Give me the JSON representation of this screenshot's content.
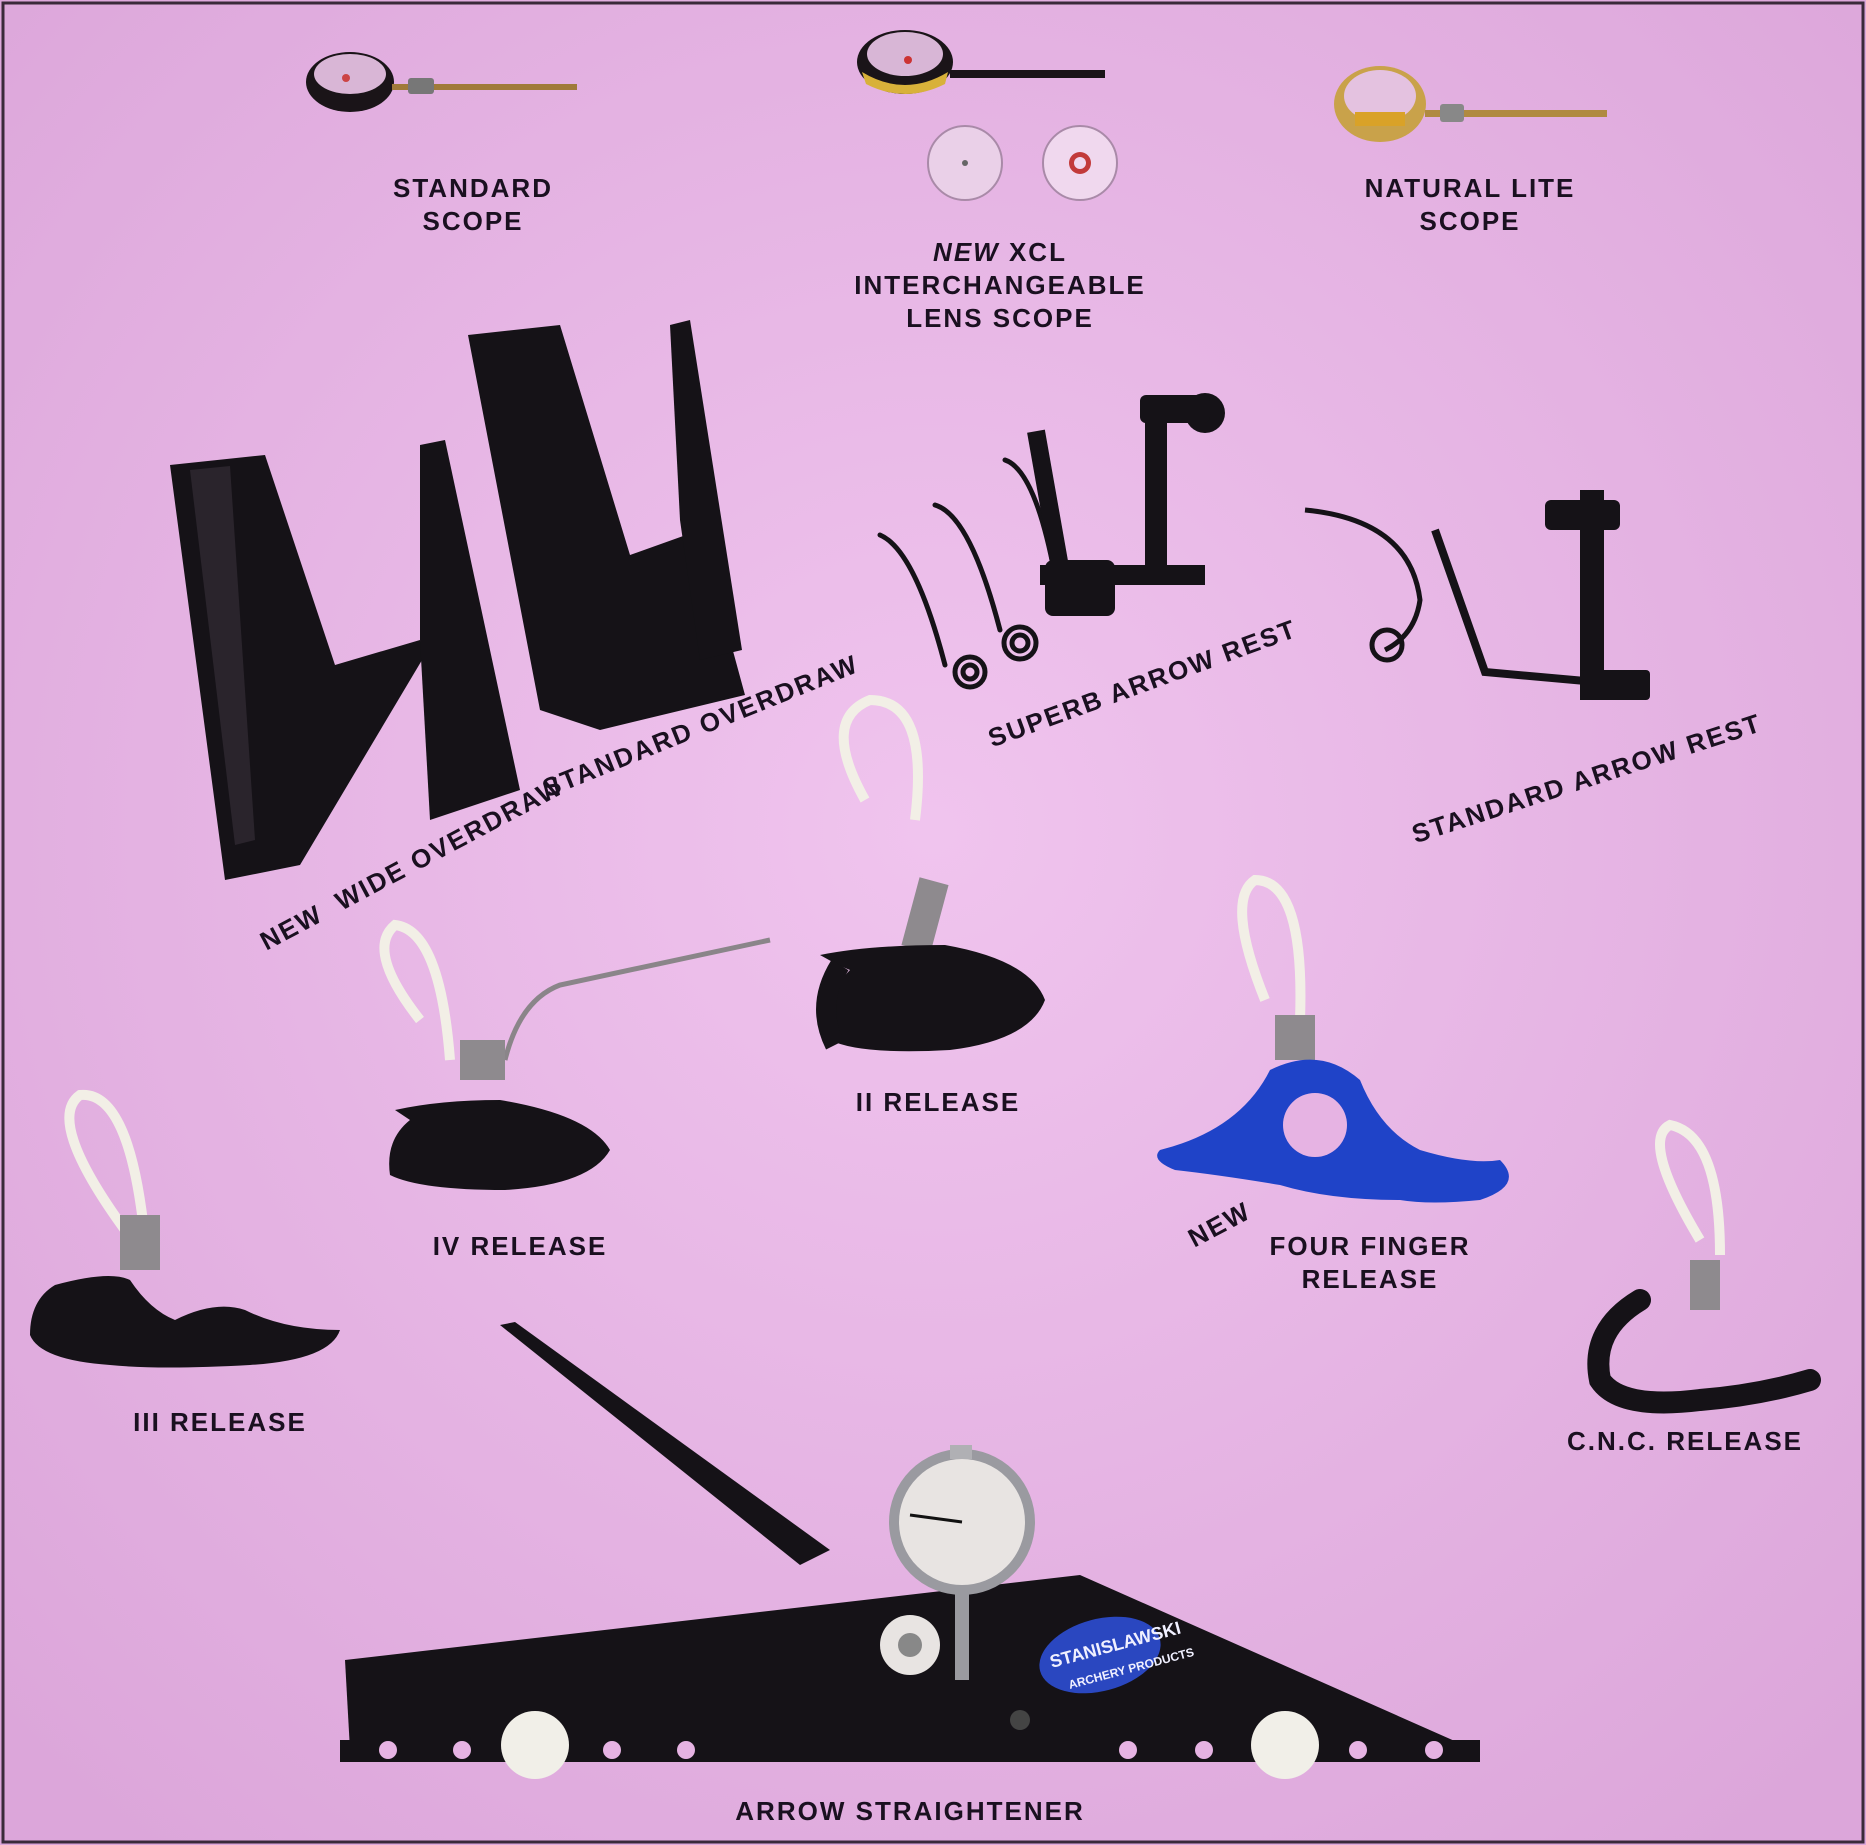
{
  "labels": {
    "standard_scope": [
      "STANDARD",
      "SCOPE"
    ],
    "xcl_scope": {
      "new": "NEW",
      "line1": "XCL",
      "line2": "INTERCHANGEABLE",
      "line3": "LENS SCOPE"
    },
    "natural_lite_scope": [
      "NATURAL LITE",
      "SCOPE"
    ],
    "wide_overdraw": {
      "new": "NEW",
      "text": "WIDE OVERDRAW"
    },
    "standard_overdraw": "STANDARD OVERDRAW",
    "superb_arrow_rest": "SUPERB ARROW REST",
    "standard_arrow_rest": "STANDARD ARROW REST",
    "ii_release": "II RELEASE",
    "iv_release": "IV RELEASE",
    "iii_release": "III RELEASE",
    "four_finger_release": {
      "new": "NEW",
      "line1": "FOUR FINGER",
      "line2": "RELEASE"
    },
    "cnc_release": "C.N.C. RELEASE",
    "arrow_straightener": "ARROW STRAIGHTENER",
    "brand_logo": [
      "STANISLAWSKI",
      "ARCHERY PRODUCTS"
    ]
  },
  "colors": {
    "background": "#e6b3e3",
    "product_black": "#151217",
    "four_finger_blue": "#1f43c8",
    "brass": "#c9a24a",
    "rope": "#f2efe6",
    "text": "#1a1020"
  }
}
